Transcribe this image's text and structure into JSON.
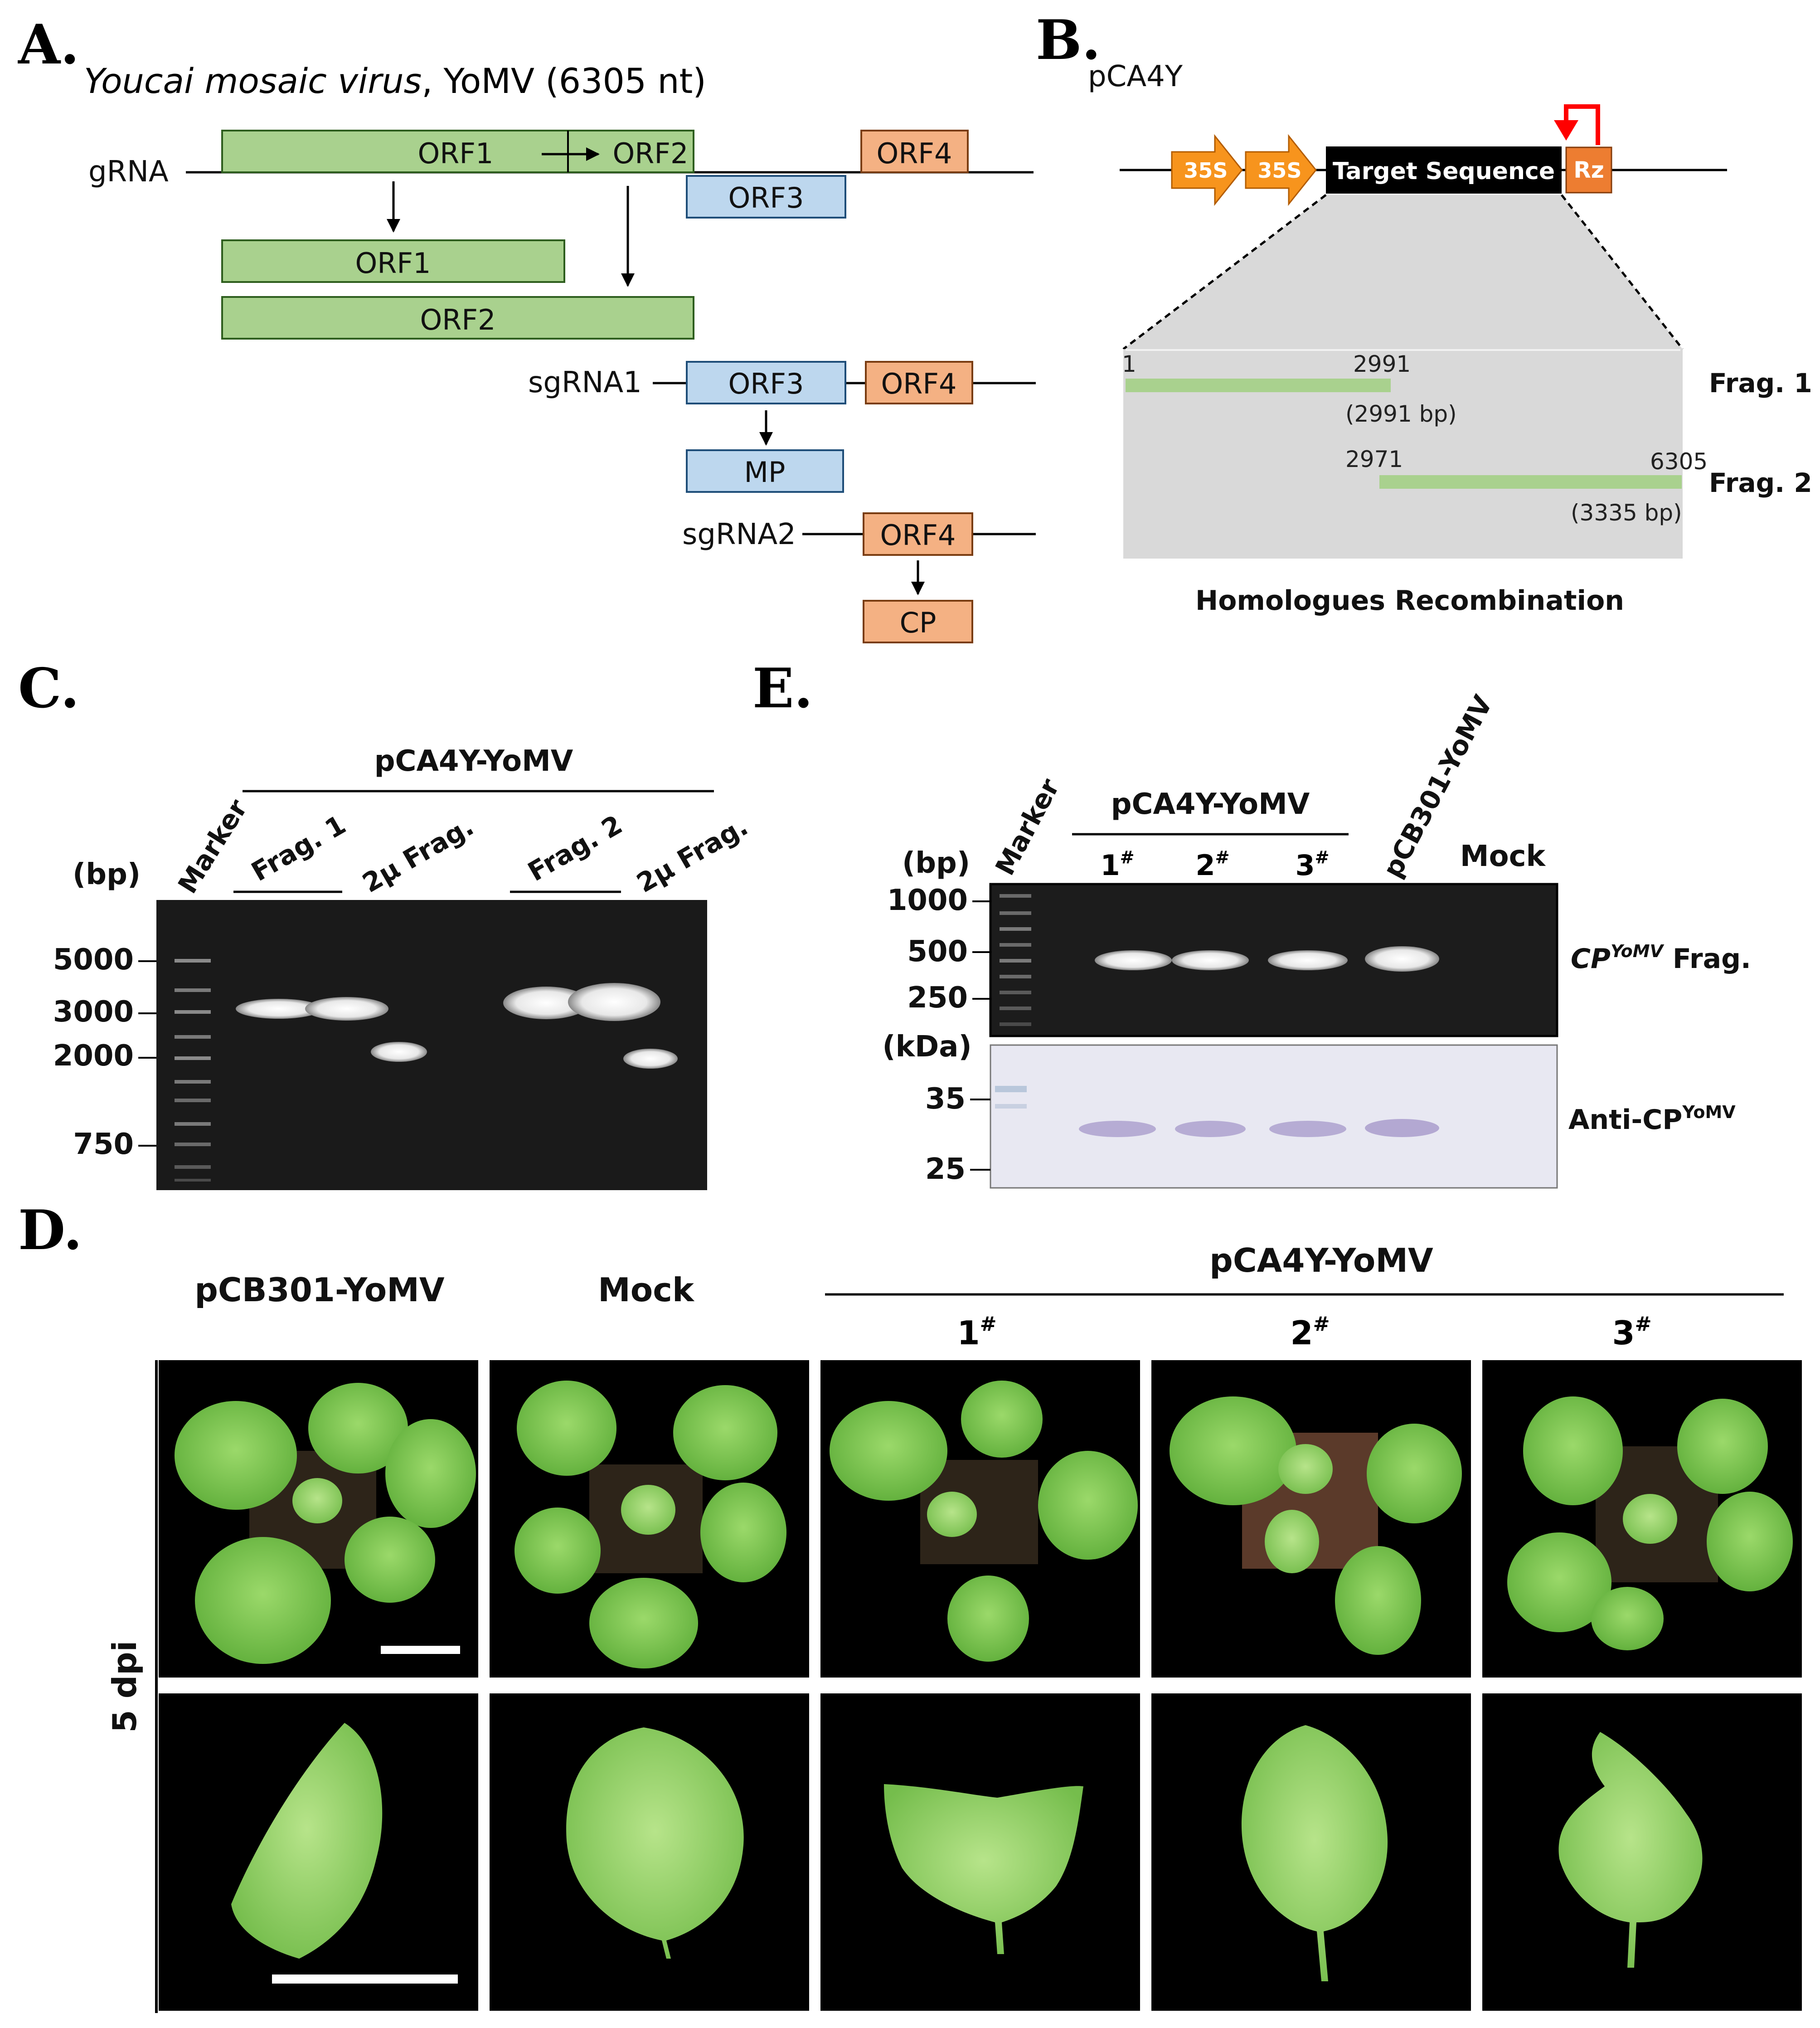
{
  "panel_a": {
    "letter": "A.",
    "title_italic": "Youcai mosaic virus",
    "title_rest": ", YoMV (6305 nt)",
    "grna": "gRNA",
    "sgrna1": "sgRNA1",
    "sgrna2": "sgRNA2",
    "orf1": "ORF1",
    "orf2": "ORF2",
    "orf3": "ORF3",
    "orf4": "ORF4",
    "mp": "MP",
    "cp": "CP",
    "colors": {
      "green": "#a9d18e",
      "blue": "#bdd7ee",
      "orange": "#f4b183"
    }
  },
  "panel_b": {
    "letter": "B.",
    "vector": "pCA4Y",
    "promoter": "35S",
    "target": "Target Sequence",
    "rz": "Rz",
    "frag1_start": "1",
    "frag1_end": "2991",
    "frag1_len": "(2991 bp)",
    "frag1_label": "Frag. 1",
    "frag2_start": "2971",
    "frag2_end": "6305",
    "frag2_len": "(3335 bp)",
    "frag2_label": "Frag. 2",
    "caption": "Homologues Recombination",
    "colors": {
      "promoter": "#f7941d",
      "rz": "#ed7d31",
      "arrow": "#ff0000",
      "frag": "#a9d18e",
      "box": "#d9d9d9"
    }
  },
  "panel_c": {
    "letter": "C.",
    "group": "pCA4Y-YoMV",
    "unit": "(bp)",
    "lanes": [
      "Marker",
      "Frag. 1",
      "2μ Frag.",
      "Frag. 2",
      "2μ Frag."
    ],
    "sizes": [
      "5000",
      "3000",
      "2000",
      "750"
    ]
  },
  "panel_e": {
    "letter": "E.",
    "group": "pCA4Y-YoMV",
    "marker": "Marker",
    "samples": [
      "1",
      "2",
      "3"
    ],
    "sup": "#",
    "pcb": "pCB301-YoMV",
    "mock": "Mock",
    "unit_bp": "(bp)",
    "sizes_bp": [
      "1000",
      "500",
      "250"
    ],
    "unit_kda": "(kDa)",
    "sizes_kda": [
      "35",
      "25"
    ],
    "gel_label_main": "CP",
    "gel_label_sup": "YoMV",
    "gel_label_tail": " Frag.",
    "wb_label_main": "Anti-CP",
    "wb_label_sup": "YoMV"
  },
  "panel_d": {
    "letter": "D.",
    "col1": "pCB301-YoMV",
    "col2": "Mock",
    "group": "pCA4Y-YoMV",
    "samples": [
      "1",
      "2",
      "3"
    ],
    "sup": "#",
    "dpi": "5 dpi"
  }
}
